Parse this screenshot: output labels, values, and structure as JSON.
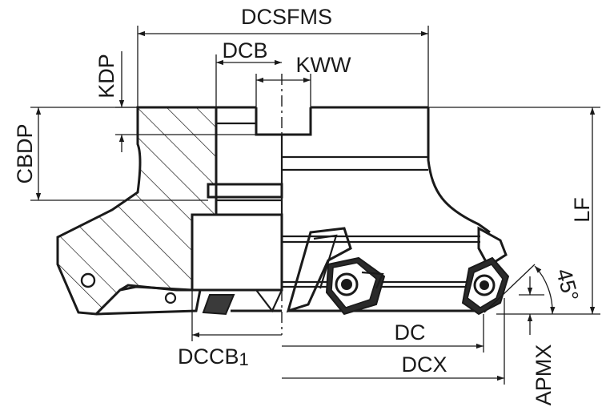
{
  "labels": {
    "dcsfms": "DCSFMS",
    "dcb": "DCB",
    "kww": "KWW",
    "kdp": "KDP",
    "cbdp": "CBDP",
    "lf": "LF",
    "angle": "45°",
    "dc": "DC",
    "dcx": "DCX",
    "dccb": "DCCB",
    "dccb_sub": "1",
    "apmx": "APMX"
  }
}
